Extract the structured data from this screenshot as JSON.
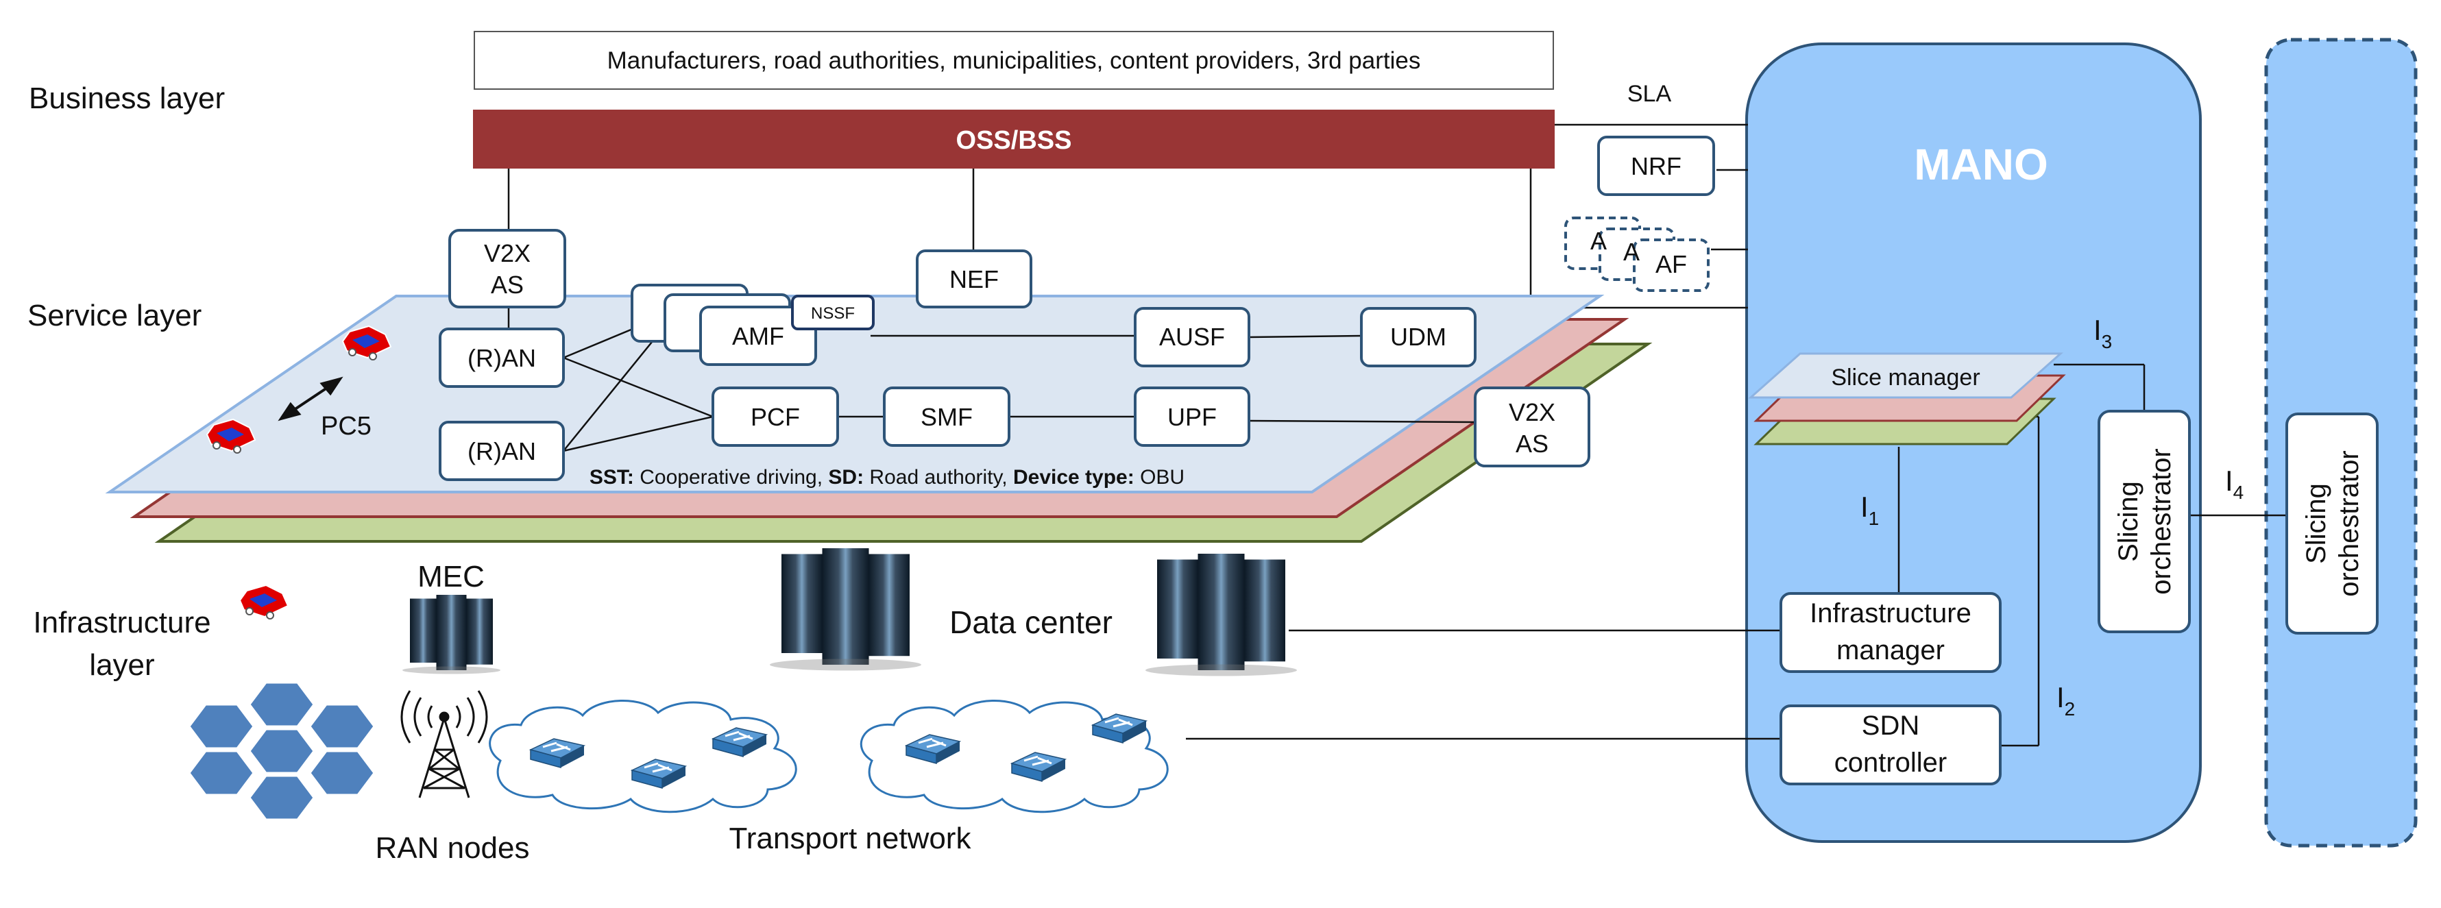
{
  "layers": {
    "business": "Business layer",
    "service": "Service layer",
    "infrastructure_line1": "Infrastructure",
    "infrastructure_line2": "layer"
  },
  "stakeholders": "Manufacturers, road authorities, municipalities, content providers, 3rd parties",
  "oss_bss": "OSS/BSS",
  "sla": "SLA",
  "functions": {
    "v2x_as_top_line1": "V2X",
    "v2x_as_top_line2": "AS",
    "nef": "NEF",
    "nrf": "NRF",
    "af": "AF",
    "af_hidden_1": "A",
    "af_hidden_2": "A",
    "ran_top": "(R)AN",
    "ran_bottom": "(R)AN",
    "amf": "AMF",
    "nssf": "NSSF",
    "ausf": "AUSF",
    "udm": "UDM",
    "pcf": "PCF",
    "smf": "SMF",
    "upf": "UPF",
    "v2x_as_right_line1": "V2X",
    "v2x_as_right_line2": "AS"
  },
  "pc5": "PC5",
  "slice_description": {
    "sst_label": "SST:",
    "sst_value": " Cooperative driving, ",
    "sd_label": "SD:",
    "sd_value": " Road authority, ",
    "device_label": "Device type:",
    "device_value": " OBU"
  },
  "infrastructure": {
    "mec": "MEC",
    "data_center": "Data center",
    "ran_nodes": "RAN nodes",
    "transport_network": "Transport network"
  },
  "mano": {
    "title": "MANO",
    "slice_manager": "Slice manager",
    "infra_manager_line1": "Infrastructure",
    "infra_manager_line2": "manager",
    "sdn_line1": "SDN",
    "sdn_line2": "controller",
    "slicing_orch_line1": "Slicing",
    "slicing_orch_line2": "orchestrator",
    "ext_orch_line1": "Slicing",
    "ext_orch_line2": "orchestrator"
  },
  "interfaces": {
    "i1": "I",
    "i1_sub": "1",
    "i2": "I",
    "i2_sub": "2",
    "i3": "I",
    "i3_sub": "3",
    "i4": "I",
    "i4_sub": "4"
  },
  "colors": {
    "oss_bss": "#993535",
    "mano": "#99c9fb",
    "box_border": "#2e5478",
    "plane_blue": "#dce6f2",
    "plane_red": "#e6b9b8",
    "plane_green": "#c3d69b",
    "car": "#ff0000",
    "switch": "#2e75b6",
    "hex": "#4f81bd"
  }
}
